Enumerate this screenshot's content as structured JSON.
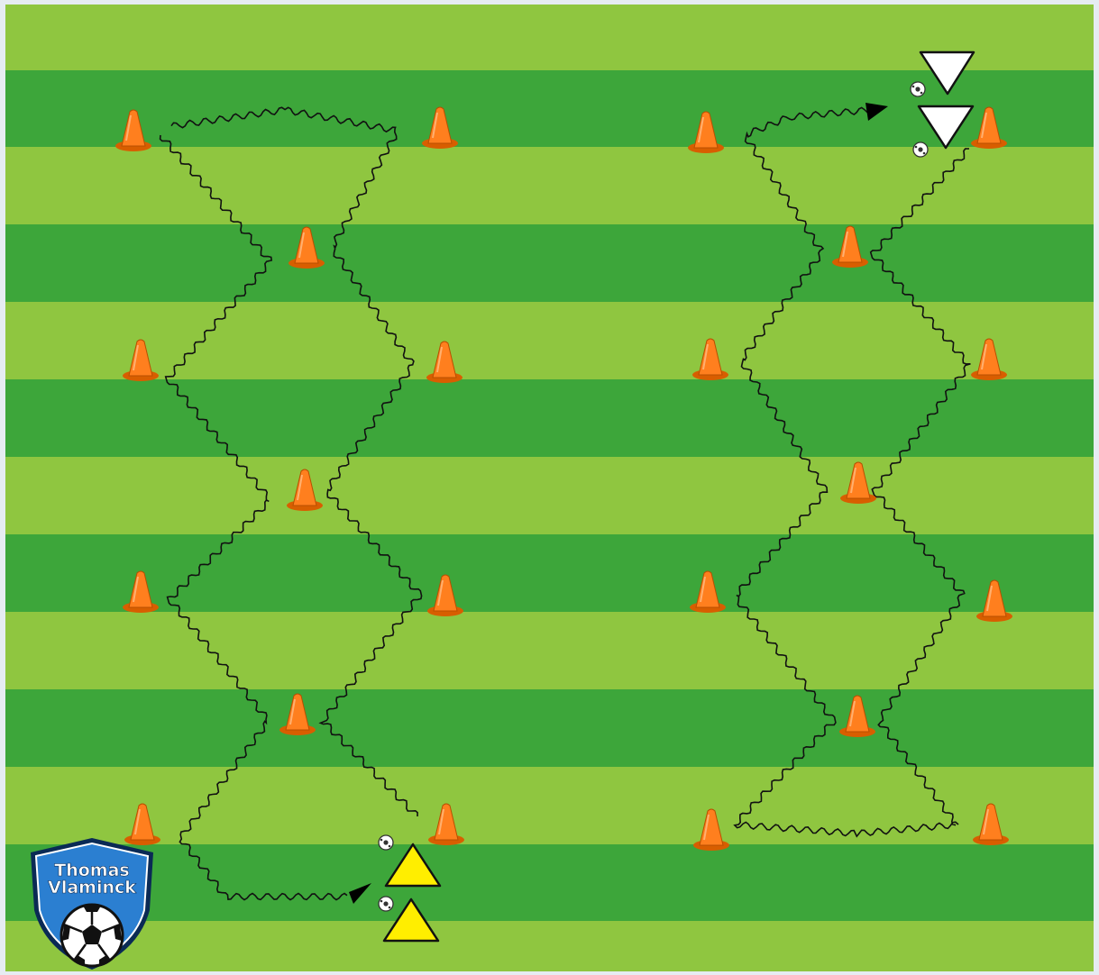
{
  "pitch": {
    "stripe_light": "#8fc640",
    "stripe_dark": "#3da63a",
    "frame": "#e6ecf2"
  },
  "colors": {
    "cone_orange": "#ff7f1e",
    "cone_shadow": "#d85e00",
    "path": "#111111",
    "start_yellow": "#ffee00",
    "finish_white": "#ffffff",
    "badge_blue": "#2b7fd1",
    "badge_outline": "#0a2a55"
  },
  "logo": {
    "line1": "Thomas",
    "line2": "Vlaminck",
    "icon": "soccer-ball-icon"
  },
  "legend_icons": {
    "cone": "training-cone-icon",
    "ball": "ball-icon",
    "player_team_a": "yellow-triangle-icon",
    "player_team_b": "white-triangle-icon",
    "dribble_path": "wavy-dribble-arrow"
  }
}
